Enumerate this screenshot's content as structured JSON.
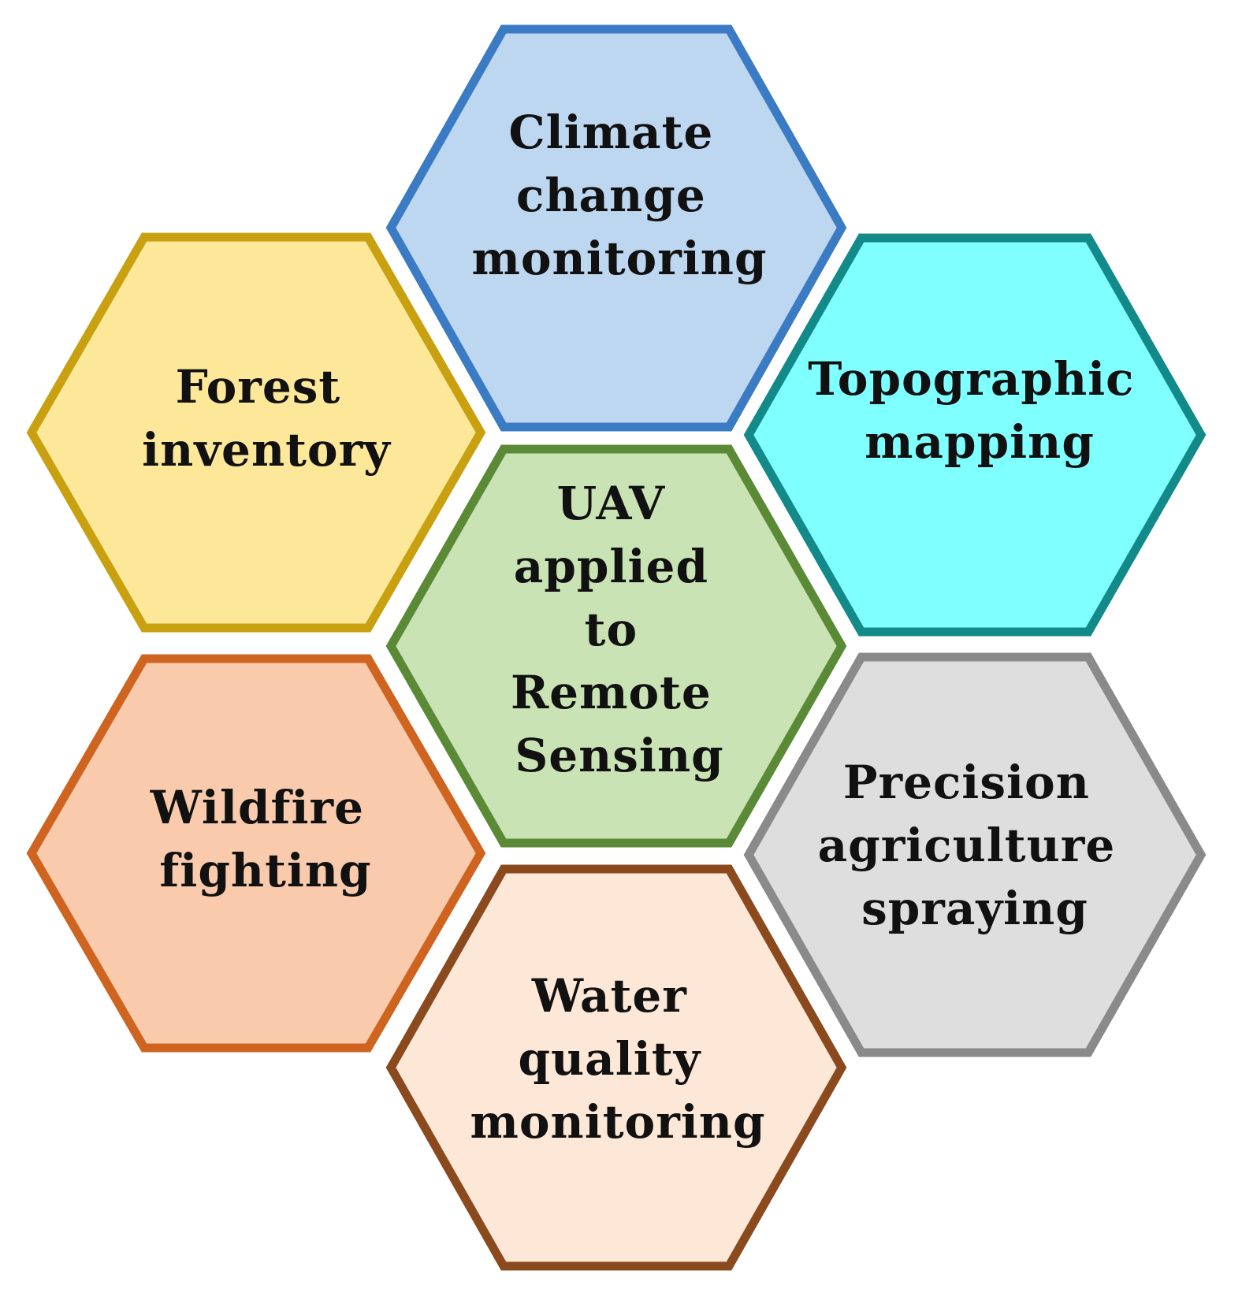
{
  "diagram": {
    "center": {
      "lines": [
        "UAV",
        "applied",
        "to",
        "Remote",
        "Sensing"
      ],
      "fill": "#c9e3b4",
      "stroke": "#5b8a36"
    },
    "cells": [
      {
        "id": "climate",
        "lines": [
          "Climate",
          "change",
          "monitoring"
        ],
        "fill": "#bdd7f1",
        "stroke": "#3b7bc4"
      },
      {
        "id": "topographic",
        "lines": [
          "Topographic",
          "mapping"
        ],
        "fill": "#7fffff",
        "stroke": "#138a8a"
      },
      {
        "id": "precision",
        "lines": [
          "Precision",
          "agriculture",
          "spraying"
        ],
        "fill": "#dedede",
        "stroke": "#8a8a8a"
      },
      {
        "id": "water",
        "lines": [
          "Water",
          "quality",
          "monitoring"
        ],
        "fill": "#fde7d7",
        "stroke": "#8a4a1e"
      },
      {
        "id": "wildfire",
        "lines": [
          "Wildfire",
          "fighting"
        ],
        "fill": "#f9cbac",
        "stroke": "#cf6420"
      },
      {
        "id": "forest",
        "lines": [
          "Forest",
          "inventory"
        ],
        "fill": "#fde89a",
        "stroke": "#c8a010"
      }
    ]
  }
}
